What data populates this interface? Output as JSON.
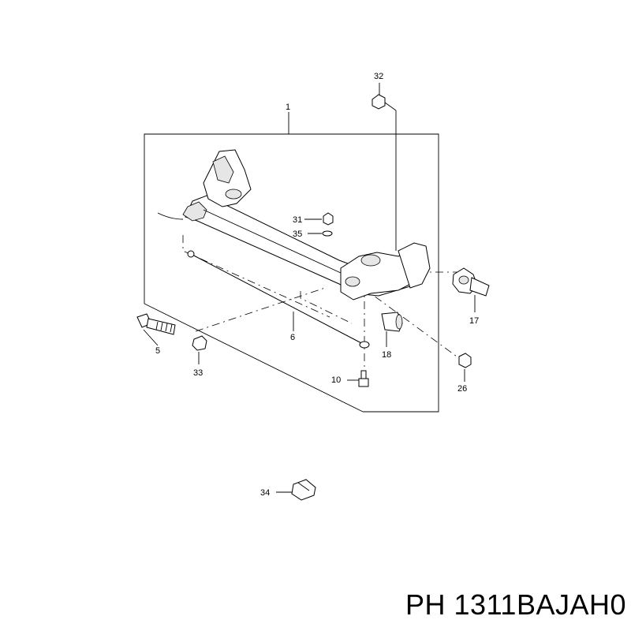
{
  "callouts": {
    "c1": "1",
    "c5": "5",
    "c6": "6",
    "c10": "10",
    "c17": "17",
    "c18": "18",
    "c26": "26",
    "c31": "31",
    "c32": "32",
    "c33": "33",
    "c34": "34",
    "c35": "35"
  },
  "part_number": "PH 1311BAJAH0"
}
